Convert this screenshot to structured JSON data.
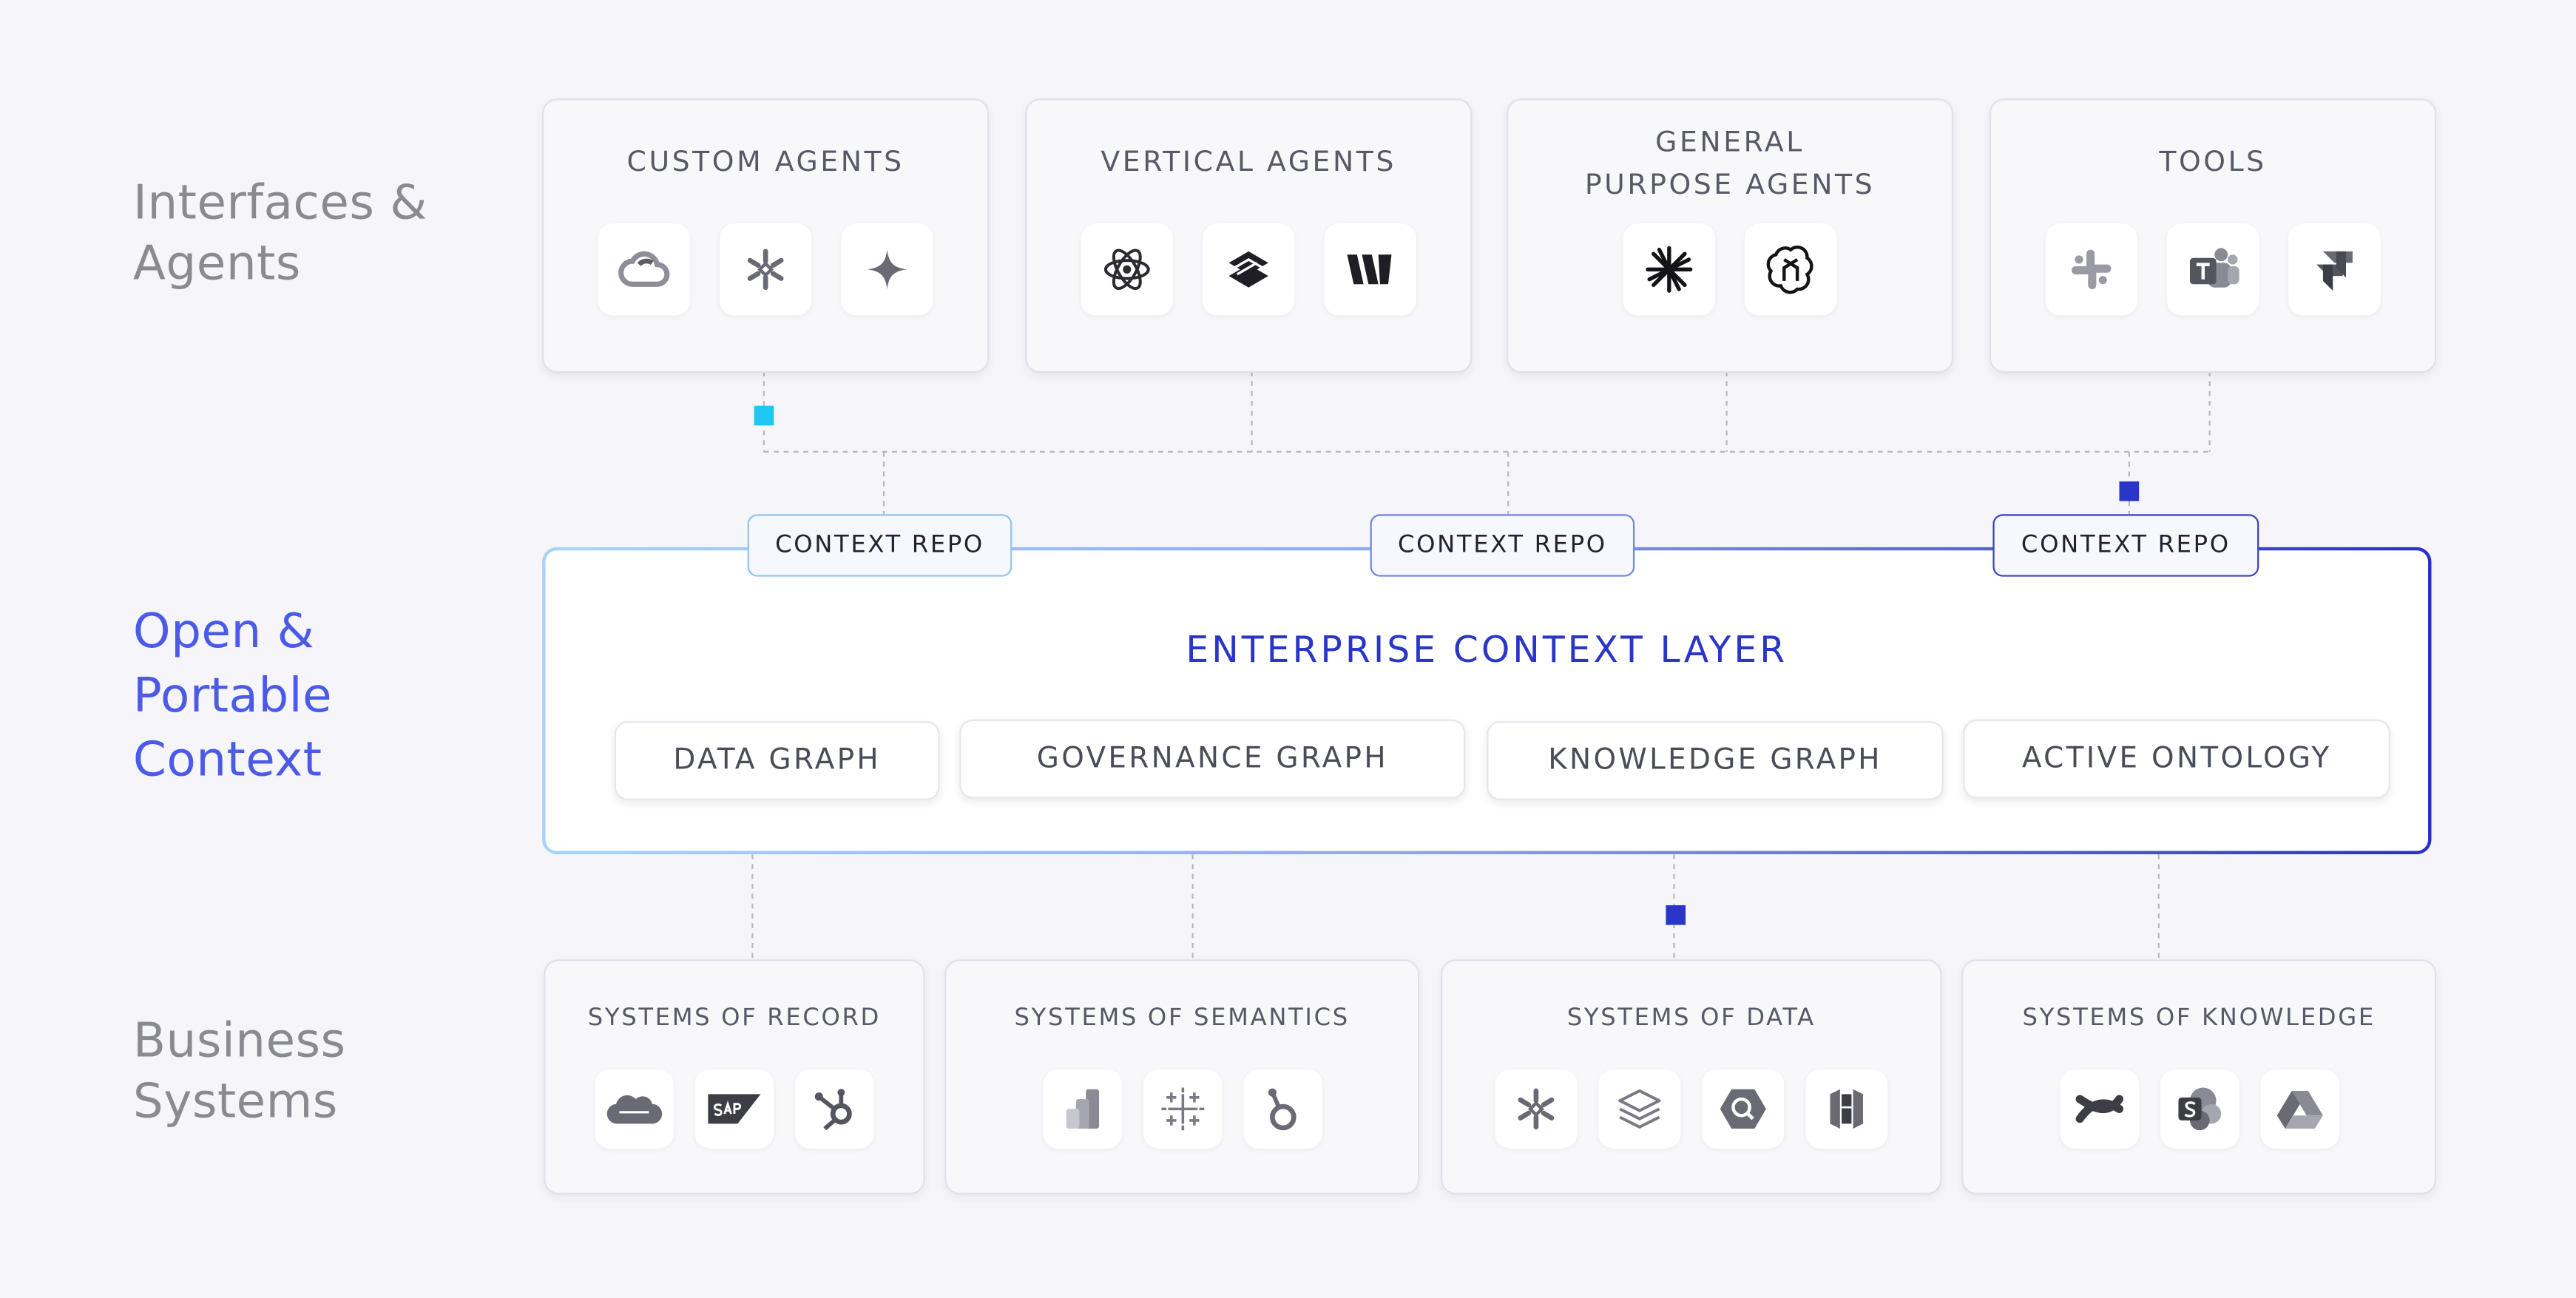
{
  "rows": {
    "top": "Interfaces &\nAgents",
    "middle": "Open &\nPortable\nContext",
    "bottom": "Business\nSystems"
  },
  "top_cards": [
    {
      "title": "CUSTOM AGENTS",
      "icons": [
        "google-cloud-icon",
        "snowflake-icon",
        "sparkle-icon"
      ]
    },
    {
      "title": "VERTICAL AGENTS",
      "icons": [
        "atom-icon",
        "layered-logo-icon",
        "w-logo-icon"
      ]
    },
    {
      "title": "GENERAL\nPURPOSE AGENTS",
      "icons": [
        "anthropic-burst-icon",
        "openai-icon"
      ]
    },
    {
      "title": "TOOLS",
      "icons": [
        "slack-icon",
        "teams-icon",
        "jira-icon"
      ]
    }
  ],
  "context_repos": [
    "CONTEXT REPO",
    "CONTEXT REPO",
    "CONTEXT REPO"
  ],
  "context_layer": {
    "title": "ENTERPRISE CONTEXT LAYER",
    "graphs": [
      "DATA GRAPH",
      "GOVERNANCE GRAPH",
      "KNOWLEDGE GRAPH",
      "ACTIVE ONTOLOGY"
    ]
  },
  "bottom_cards": [
    {
      "title": "SYSTEMS OF RECORD",
      "icons": [
        "salesforce-icon",
        "sap-icon",
        "hubspot-icon"
      ]
    },
    {
      "title": "SYSTEMS OF SEMANTICS",
      "icons": [
        "power-bi-icon",
        "tableau-icon",
        "looker-icon"
      ]
    },
    {
      "title": "SYSTEMS OF DATA",
      "icons": [
        "snowflake-icon",
        "databricks-icon",
        "bigquery-icon",
        "redshift-icon"
      ]
    },
    {
      "title": "SYSTEMS OF KNOWLEDGE",
      "icons": [
        "confluence-icon",
        "sharepoint-icon",
        "google-drive-icon"
      ]
    }
  ],
  "colors": {
    "accent_cyan": "#1ec6f2",
    "accent_blue": "#2a36c8",
    "middle_label": "#4b5be8",
    "row_label": "#8a8a92",
    "background": "#f6f6fa"
  }
}
